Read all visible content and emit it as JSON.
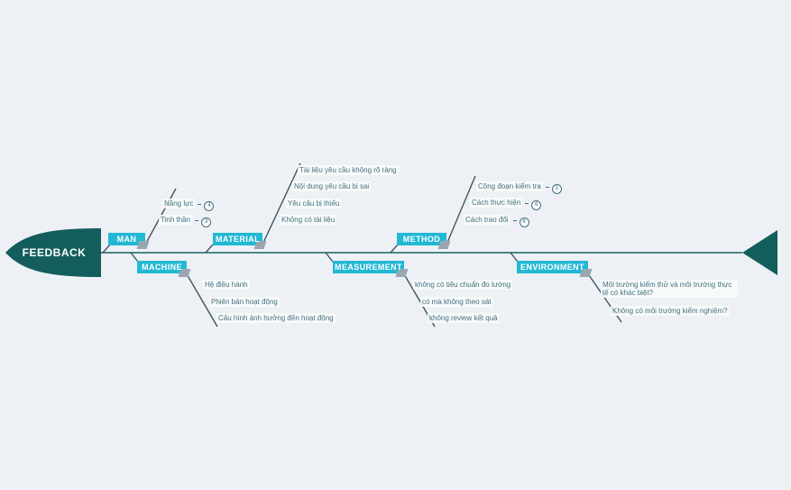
{
  "diagram": {
    "head_label": "FEEDBACK",
    "colors": {
      "background": "#edf1f5",
      "head_tail_fill": "#135e5d",
      "category_box": "#22b8d4",
      "spine_line": "#4d8585",
      "branch_line": "#3e5560",
      "cause_text": "#46707f"
    }
  },
  "categories": [
    {
      "label": "MAN",
      "position": "top",
      "causes": [
        {
          "text": "Năng lực",
          "marker": "4"
        },
        {
          "text": "Tinh thần",
          "marker": "3"
        }
      ]
    },
    {
      "label": "MATERIAL",
      "position": "top",
      "causes": [
        {
          "text": "Tài liệu yêu cầu không rõ ràng"
        },
        {
          "text": "Nội dung yêu cầu bị sai"
        },
        {
          "text": "Yêu cầu bị thiếu"
        },
        {
          "text": "Không có tài liệu"
        }
      ]
    },
    {
      "label": "METHOD",
      "position": "top",
      "causes": [
        {
          "text": "Công đoạn kiểm tra",
          "marker": "1"
        },
        {
          "text": "Cách thực hiện",
          "marker": "6"
        },
        {
          "text": "Cách trao đổi",
          "marker": "8"
        }
      ]
    },
    {
      "label": "MACHINE",
      "position": "bottom",
      "causes": [
        {
          "text": "Hệ điều hành"
        },
        {
          "text": "Phiên bản hoạt động"
        },
        {
          "text": "Cấu hình ảnh hưởng đến hoạt động"
        }
      ]
    },
    {
      "label": "MEASUREMENT",
      "position": "bottom",
      "causes": [
        {
          "text": "không có tiêu chuẩn đo lường"
        },
        {
          "text": "có mà không theo sát"
        },
        {
          "text": "không review kết quả"
        }
      ]
    },
    {
      "label": "ENVIRONMENT",
      "position": "bottom",
      "causes": [
        {
          "text": "Môi trường kiểm thử và môi trường thực tế có khác biệt?"
        },
        {
          "text": "Không có môi trường kiểm nghiệm?"
        }
      ]
    }
  ]
}
